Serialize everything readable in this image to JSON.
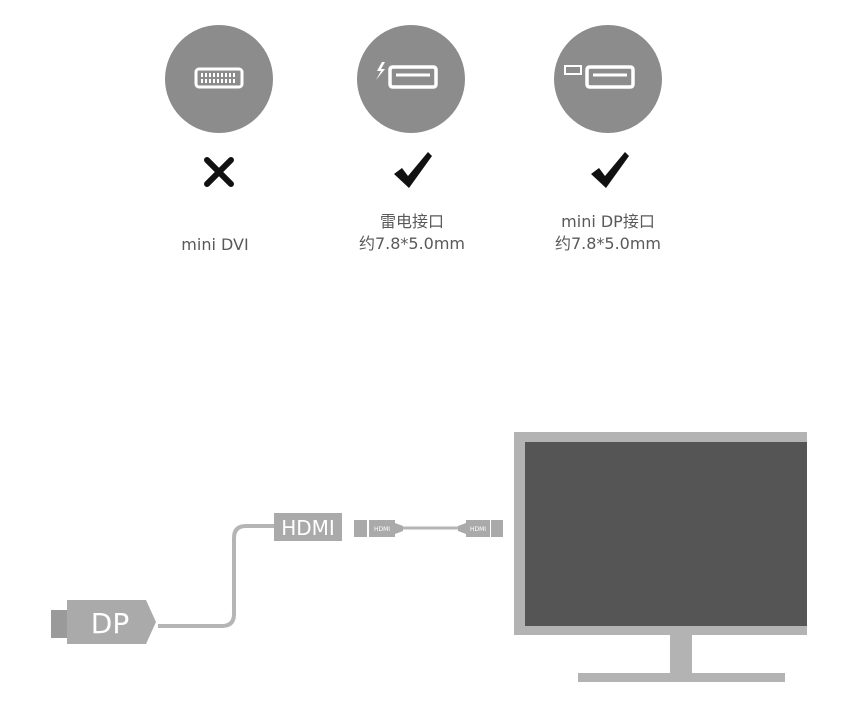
{
  "ports": [
    {
      "icon": "mini-dvi-port-icon",
      "status": "incompatible",
      "status_icon": "cross-icon",
      "label_lines": [
        "mini DVI"
      ]
    },
    {
      "icon": "thunderbolt-port-icon",
      "status": "compatible",
      "status_icon": "check-icon",
      "label_lines": [
        "雷电接口",
        "约7.8*5.0mm"
      ]
    },
    {
      "icon": "mini-displayport-icon",
      "status": "compatible",
      "status_icon": "check-icon",
      "label_lines": [
        "mini DP接口",
        "约7.8*5.0mm"
      ]
    }
  ],
  "diagram": {
    "dp_plug_label": "DP",
    "hdmi_adapter_label": "HDMI",
    "hdmi_plug_left_label": "HDMI",
    "hdmi_plug_right_label": "HDMI",
    "monitor": "monitor-icon"
  },
  "colors": {
    "circle": "#8c8c8c",
    "mark": "#111111",
    "label": "#595959",
    "plug": "#aaaaaa",
    "plug_dark": "#9a9a9a",
    "cable": "#b5b5b5",
    "monitor_frame": "#b3b3b3",
    "monitor_screen": "#555555"
  }
}
